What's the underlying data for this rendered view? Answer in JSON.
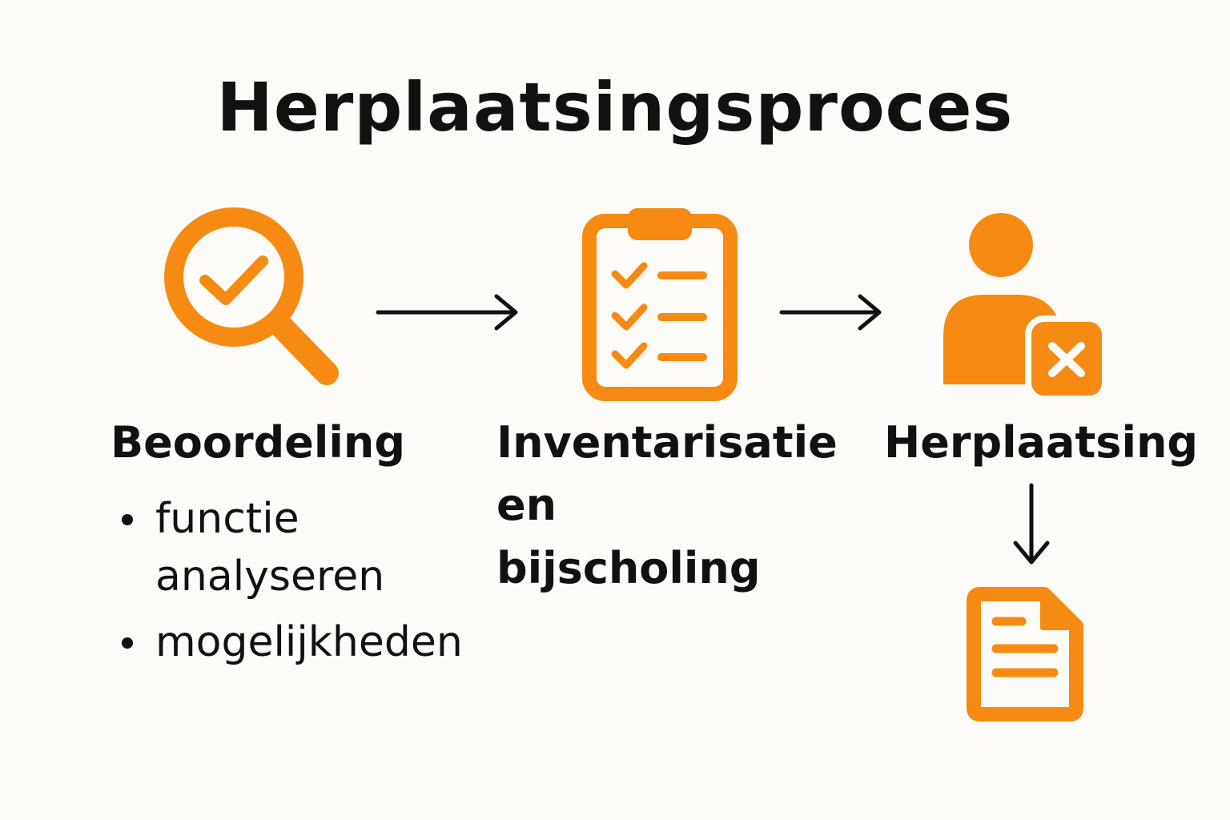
{
  "title": "Herplaatsingsproces",
  "accent_color": "#f68a12",
  "steps": [
    {
      "icon": "magnifier-check-icon",
      "label": "Beoordeling",
      "bullets": [
        "functie analyseren",
        "mogelijkheden"
      ]
    },
    {
      "icon": "clipboard-checklist-icon",
      "label": "Inventarisatie en bijscholing"
    },
    {
      "icon": "person-x-icon",
      "label": "Herplaatsing"
    }
  ],
  "outcome_icon": "document-icon"
}
